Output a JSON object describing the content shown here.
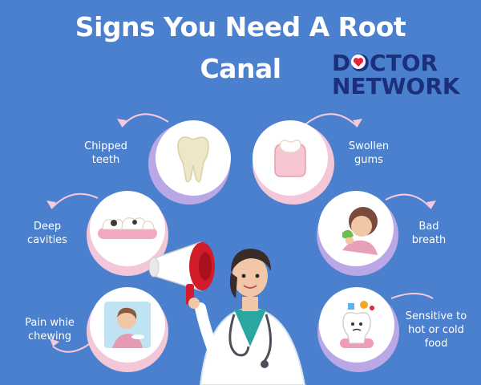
{
  "title": {
    "line1": "Signs You Need A Root",
    "line2": "Canal"
  },
  "logo": {
    "line1": "DOCTOR",
    "line2": "NETWORK"
  },
  "signs": [
    {
      "line1": "Chipped",
      "line2": "teeth",
      "icon": "tooth-icon"
    },
    {
      "line1": "Swollen",
      "line2": "gums",
      "icon": "gum-icon"
    },
    {
      "line1": "Deep",
      "line2": "cavities",
      "icon": "cavity-icon"
    },
    {
      "line1": "Bad",
      "line2": "breath",
      "icon": "bad-breath-icon"
    },
    {
      "line1": "Pain whie",
      "line2": "chewing",
      "icon": "chewing-pain-icon"
    },
    {
      "line1": "Sensitive to",
      "line2": "hot or cold",
      "line3": "food",
      "icon": "sensitive-tooth-icon"
    }
  ],
  "colors": {
    "background": "#4b80cf",
    "ring_purple": "#b9a7e6",
    "ring_pink": "#f3c6d8",
    "arrow": "#f7c9dd",
    "logo_blue": "#1b2f7a",
    "logo_heart": "#e5233d",
    "megaphone_red": "#d21c2a"
  }
}
